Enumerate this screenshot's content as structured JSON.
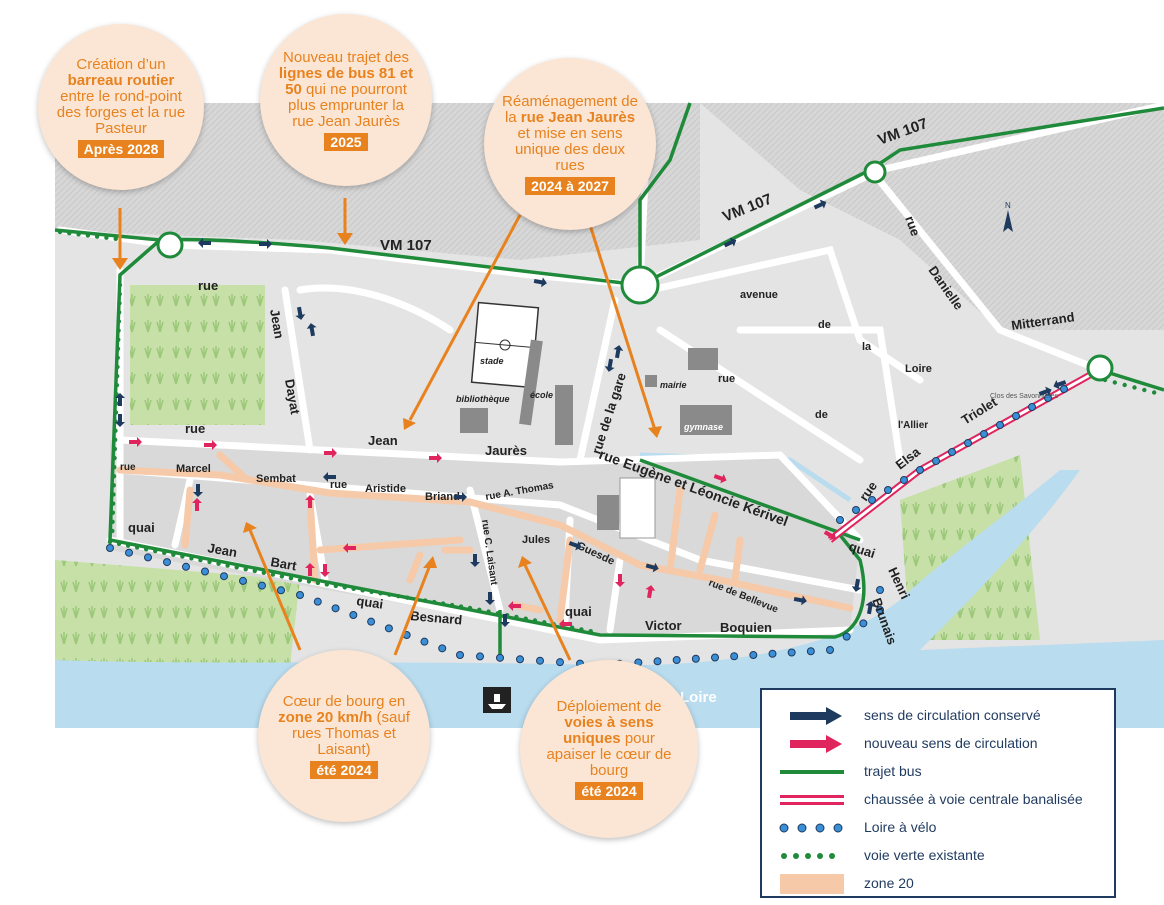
{
  "bubbles": [
    {
      "pre": "Création d’un ",
      "bold": "barreau routier",
      "post": " entre le rond-point des forges et la rue Pasteur",
      "tag": "Après 2028"
    },
    {
      "pre": "Nouveau trajet des ",
      "bold": "lignes de bus 81 et 50",
      "post": " qui ne pourront plus emprunter la rue Jean Jaurès",
      "tag": "2025"
    },
    {
      "pre": "Réaménagement de la ",
      "bold": "rue Jean Jaurès",
      "post": " et mise en sens unique des deux rues",
      "tag": "2024 à 2027"
    },
    {
      "pre": "Cœur de bourg en ",
      "bold": "zone 20 km/h",
      "post": " (sauf rues Thomas et Laisant)",
      "tag": "été 2024"
    },
    {
      "pre": "Déploiement de ",
      "bold": "voies à sens uniques",
      "post": " pour apaiser le cœur de bourg",
      "tag": "été 2024"
    }
  ],
  "streets": {
    "vm107_a": "VM 107",
    "vm107_b": "VM 107",
    "vm107_c": "VM 107",
    "rue1": "rue",
    "jean1": "Jean",
    "dayat": "Dayat",
    "rue2": "rue",
    "jean2": "Jean",
    "jaures": "Jaurès",
    "rue_de_la_gare": "rue de la gare",
    "avenue": "avenue",
    "de1": "de",
    "la": "la",
    "loire": "Loire",
    "rue3": "rue",
    "de2": "de",
    "allier": "l'Allier",
    "rue_danielle": "rue",
    "danielle": "Danielle",
    "mitterrand": "Mitterrand",
    "triolet": "Triolet",
    "elsa": "Elsa",
    "rue_elsa": "rue",
    "kerivel": "rue Eugène et Léoncie Kérivel",
    "rue_marcel": "rue",
    "marcel": "Marcel",
    "sembat": "Sembat",
    "rue_aristide": "rue",
    "aristide": "Aristide",
    "briand": "Briand",
    "thomas": "rue A. Thomas",
    "laisant": "rue C. Laisant",
    "jules": "Jules",
    "guesde": "Guesde",
    "bellevue": "rue de Bellevue",
    "quai1": "quai",
    "jean3": "Jean",
    "bart": "Bart",
    "quai2": "quai",
    "besnard": "Besnard",
    "quai3": "quai",
    "victor": "Victor",
    "boquien": "Boquien",
    "quai4": "quai",
    "henri": "Henri",
    "brunais": "Brunais",
    "loire_river": "Loire",
    "les_savonnieres": "Clos des Savonnières"
  },
  "pois": {
    "stade": "stade",
    "bibliotheque": "bibliothèque",
    "ecole": "école",
    "mairie": "mairie",
    "gymnase": "gymnase"
  },
  "legend": [
    {
      "symbol": "dark-arrow",
      "label": "sens de circulation conservé"
    },
    {
      "symbol": "pink-arrow",
      "label": "nouveau sens de circulation"
    },
    {
      "symbol": "green-line",
      "label": "trajet bus"
    },
    {
      "symbol": "double-red-line",
      "label": "chaussée à voie centrale banalisée"
    },
    {
      "symbol": "blue-dots",
      "label": "Loire à vélo"
    },
    {
      "symbol": "green-dots",
      "label": "voie verte existante"
    },
    {
      "symbol": "salmon-fill",
      "label": "zone 20"
    }
  ],
  "colors": {
    "orange": "#e8821e",
    "navy": "#1f3a5f",
    "pink": "#e0245e",
    "green": "#1f8a3a",
    "blue": "#3a8fd6",
    "zone20": "#f6c9a8",
    "river": "#b9dcef",
    "land": "#e6e6e6"
  }
}
